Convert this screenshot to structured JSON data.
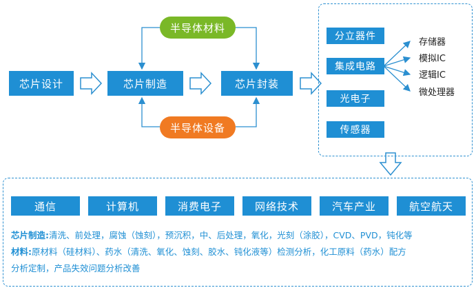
{
  "flow": {
    "design": "芯片设计",
    "manufacturing": "芯片制造",
    "packaging": "芯片封装",
    "materials": "半导体材料",
    "equipment": "半导体设备"
  },
  "products": {
    "discrete": "分立器件",
    "ic": "集成电路",
    "optoelectronics": "光电子",
    "sensors": "传感器"
  },
  "ic_types": [
    "存储器",
    "模拟IC",
    "逻辑IC",
    "微处理器"
  ],
  "applications": [
    "通信",
    "计算机",
    "消费电子",
    "网络技术",
    "汽车产业",
    "航空航天"
  ],
  "notes": {
    "manufacturing_label": "芯片制造:",
    "manufacturing_text": "清洗、前处理，腐蚀（蚀刻），预沉积，中、后处理，氧化，光刻（涂胶），CVD、PVD，钝化等",
    "materials_label": "材料:",
    "materials_text": "原材料（硅材料）、药水（清洗、氧化、蚀刻、胶水、钝化液等）检测分析，化工原料（药水）配方",
    "materials_text_2": "分析定制，产品失效问题分析改善"
  },
  "colors": {
    "blue": "#1f8fd4",
    "green": "#7ab827",
    "orange": "#f07a22",
    "arrow_border": "#2b8fd0"
  }
}
